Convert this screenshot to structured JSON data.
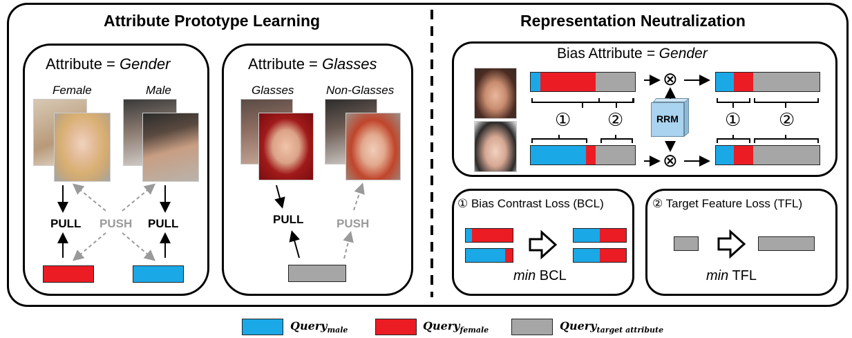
{
  "left_panel": {
    "title": "Attribute Prototype Learning",
    "gender_box": {
      "heading_prefix": "Attribute = ",
      "heading_value": "Gender",
      "label_a": "Female",
      "label_b": "Male",
      "pull_left": "PULL",
      "push": "PUSH",
      "pull_right": "PULL"
    },
    "glasses_box": {
      "heading_prefix": "Attribute = ",
      "heading_value": "Glasses",
      "label_a": "Glasses",
      "label_b": "Non-Glasses",
      "pull": "PULL",
      "push": "PUSH"
    }
  },
  "right_panel": {
    "title": "Representation Neutralization",
    "bias_box": {
      "heading_prefix": "Bias Attribute ",
      "heading_value": "= Gender",
      "rrm": "RRM",
      "circle_1": "①",
      "circle_2": "②",
      "otimes": "⊗"
    },
    "bcl_box": {
      "title": "① Bias Contrast Loss (BCL)",
      "min": "min",
      "loss": "BCL"
    },
    "tfl_box": {
      "title": "② Target Feature Loss (TFL)",
      "min": "min",
      "loss": "TFL"
    }
  },
  "legend": [
    {
      "base": "Query",
      "sub": "male",
      "color": "#1ba8e6"
    },
    {
      "base": "Query",
      "sub": "female",
      "color": "#ec1c24"
    },
    {
      "base": "Query",
      "sub": "target attribute",
      "color": "#a6a6a6"
    }
  ],
  "colors": {
    "male": "#1ba8e6",
    "female": "#ec1c24",
    "target": "#a6a6a6"
  }
}
